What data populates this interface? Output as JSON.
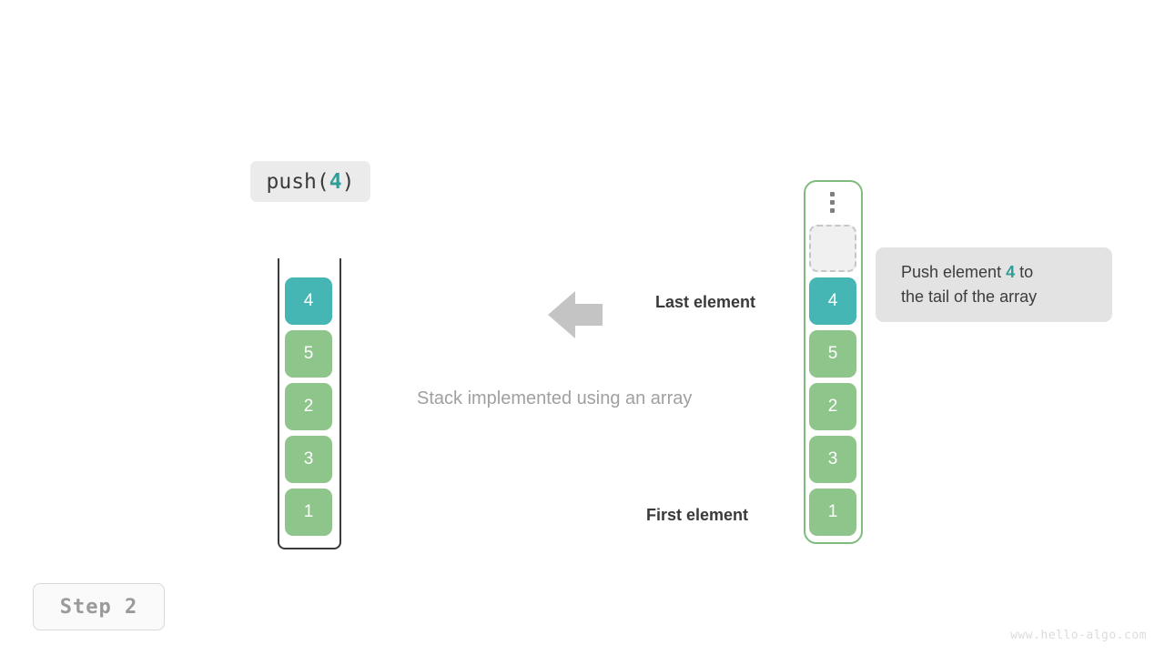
{
  "operation": {
    "prefix": "push(",
    "argument": "4",
    "suffix": ")"
  },
  "stack": {
    "title": "Stack implemented using an array",
    "cells": [
      {
        "value": "4",
        "state": "highlight"
      },
      {
        "value": "5",
        "state": "normal"
      },
      {
        "value": "2",
        "state": "normal"
      },
      {
        "value": "3",
        "state": "normal"
      },
      {
        "value": "1",
        "state": "normal"
      }
    ]
  },
  "array": {
    "ellipsis": "vertical-ellipsis",
    "empty_slot": "",
    "cells": [
      {
        "value": "4",
        "state": "highlight"
      },
      {
        "value": "5",
        "state": "normal"
      },
      {
        "value": "2",
        "state": "normal"
      },
      {
        "value": "3",
        "state": "normal"
      },
      {
        "value": "1",
        "state": "normal"
      }
    ]
  },
  "annotations": {
    "last_element": "Last element",
    "first_element": "First element",
    "arrow": "left-arrow-icon"
  },
  "tooltip": {
    "line1_before": "Push element ",
    "argument": "4",
    "line1_after": " to",
    "line2": "the tail of the array"
  },
  "step": {
    "label": "Step  2"
  },
  "watermark": "www.hello-algo.com",
  "colors": {
    "highlight": "#45b6b3",
    "normal": "#8ec58a",
    "accent_text": "#2e9e96",
    "container_border_left": "#3a3a3a",
    "container_border_right": "#7fbb7c",
    "chip_bg": "#ebebeb",
    "tooltip_bg": "#e3e3e3",
    "arrow": "#c4c4c4",
    "caption_text": "#a0a0a0"
  }
}
